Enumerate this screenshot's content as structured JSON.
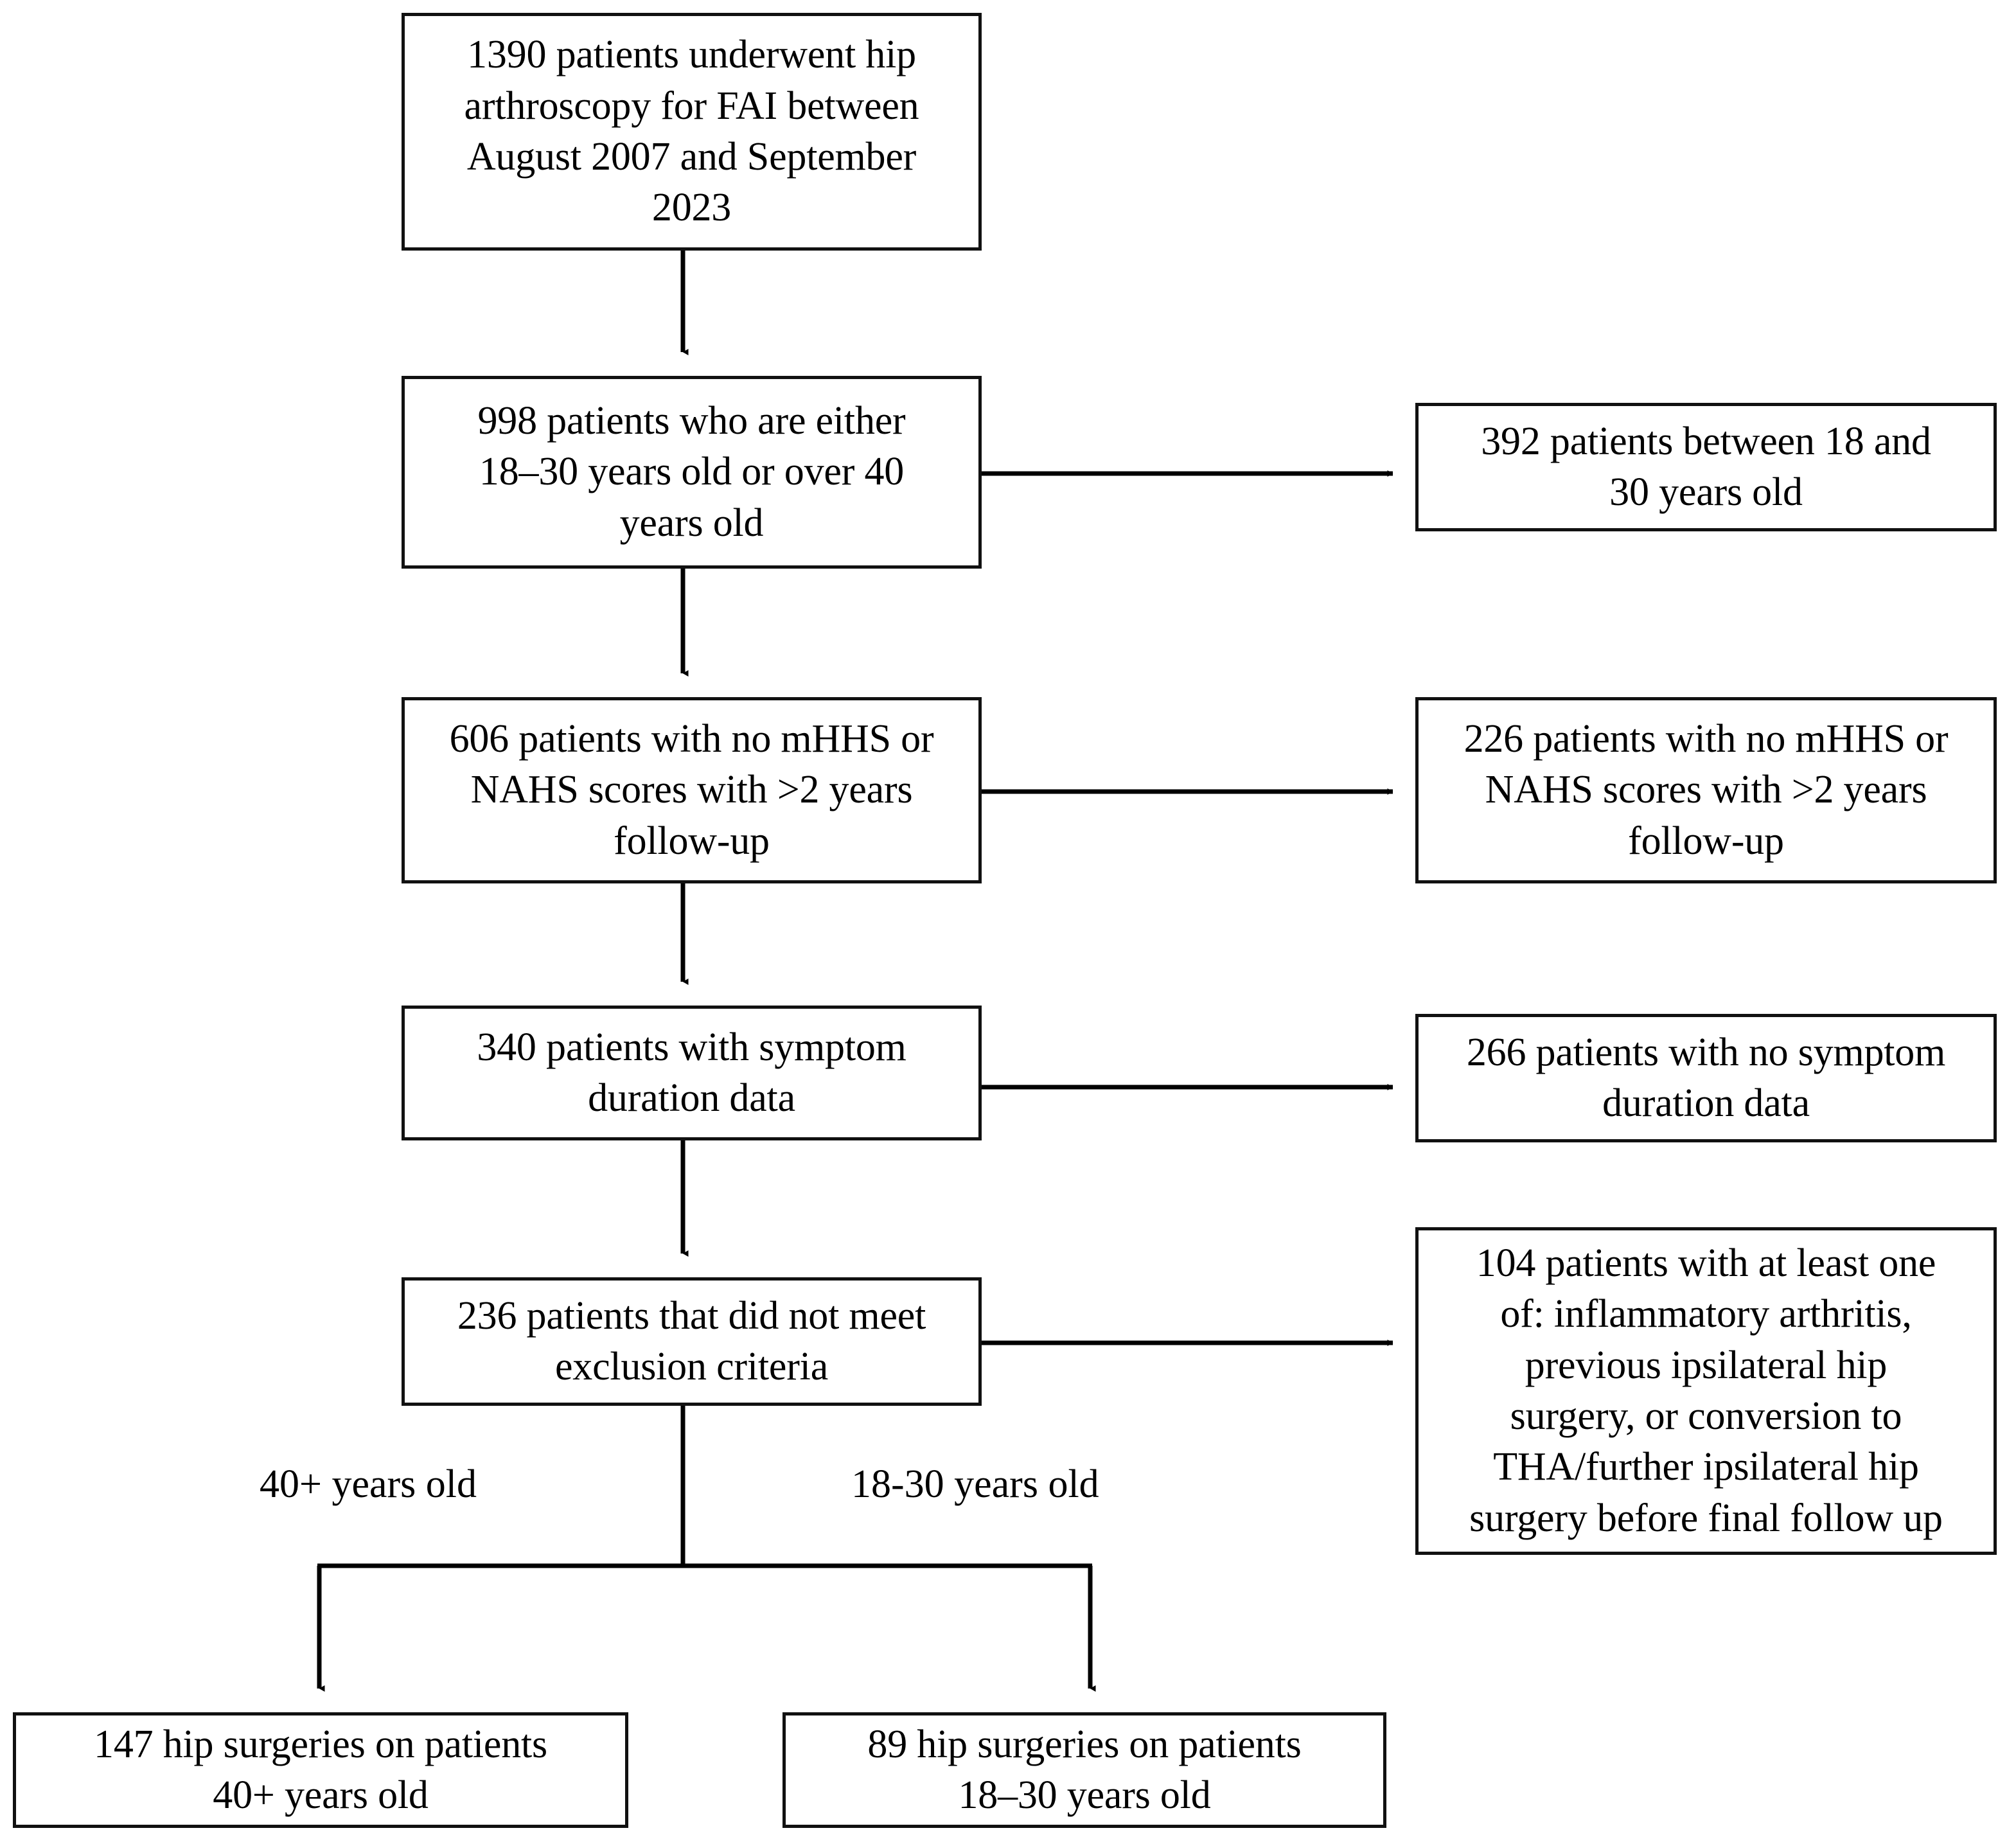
{
  "figure": {
    "type": "patient-selection-flowchart",
    "line_color": "#111111",
    "background": "#ffffff"
  },
  "nodes": {
    "n1_total": {
      "id": "total-cohort",
      "text": "1390 patients underwent hip\narthroscopy for FAI between\nAugust 2007 and September\n2023",
      "count": 1390
    },
    "n2_included": {
      "id": "age-eligible",
      "text": "998 patients who are either\n18–30 years old or over 40\nyears old",
      "count": 998
    },
    "n2_excluded": {
      "id": "age-excluded",
      "text": "392 patients between 18 and\n30 years old",
      "count": 392
    },
    "n3_included": {
      "id": "no-scores-included",
      "text": "606 patients with no mHHS or\nNAHS scores with >2 years\nfollow-up",
      "count": 606
    },
    "n3_excluded": {
      "id": "no-scores-excluded",
      "text": "226 patients with no mHHS or\nNAHS scores with >2 years\nfollow-up",
      "count": 226
    },
    "n4_included": {
      "id": "symptom-duration-included",
      "text": "340 patients with symptom\nduration data",
      "count": 340
    },
    "n4_excluded": {
      "id": "symptom-duration-excluded",
      "text": "266 patients with no symptom\nduration data",
      "count": 266
    },
    "n5_included": {
      "id": "exclusion-criteria-included",
      "text": "236 patients that did not meet\nexclusion criteria",
      "count": 236
    },
    "n5_excluded": {
      "id": "exclusion-criteria-excluded",
      "text": "104 patients with at least one\nof: inflammatory arthritis,\nprevious ipsilateral hip\nsurgery, or conversion to\nTHA/further ipsilateral hip\nsurgery before final follow up",
      "count": 104
    },
    "n6_left": {
      "id": "final-cohort-older",
      "text": "147 hip surgeries on patients\n40+ years old",
      "count": 147
    },
    "n6_right": {
      "id": "final-cohort-younger",
      "text": "89 hip surgeries on patients\n18–30 years old",
      "count": 89
    }
  },
  "edge_labels": {
    "left_branch": "40+ years old",
    "right_branch": "18-30 years old"
  }
}
